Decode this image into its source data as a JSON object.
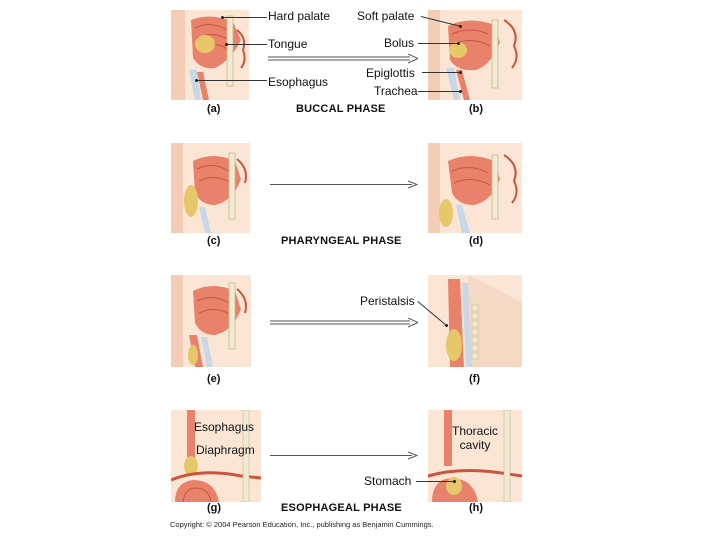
{
  "labels": {
    "hard_palate": "Hard palate",
    "tongue": "Tongue",
    "esophagus_a": "Esophagus",
    "soft_palate": "Soft palate",
    "bolus": "Bolus",
    "epiglottis": "Epiglottis",
    "trachea": "Trachea",
    "peristalsis": "Peristalsis",
    "esophagus_g": "Esophagus",
    "diaphragm": "Diaphragm",
    "thoracic_line1": "Thoracic",
    "thoracic_line2": "cavity",
    "stomach": "Stomach"
  },
  "panel_letters": [
    "(a)",
    "(b)",
    "(c)",
    "(d)",
    "(e)",
    "(f)",
    "(g)",
    "(h)"
  ],
  "phases": {
    "buccal": "BUCCAL PHASE",
    "pharyngeal": "PHARYNGEAL PHASE",
    "esophageal": "ESOPHAGEAL PHASE"
  },
  "copyright": "Copyright: © 2004 Pearson Education, Inc., publishing as Benjamin Cummings.",
  "colors": {
    "skin": "#f6d9c4",
    "muscle": "#e8826a",
    "muscle_dark": "#c9553f",
    "bolus": "#e6c86a",
    "cartilage": "#f3e9a8",
    "airway": "#c9d8e6",
    "bone": "#f1ead2"
  }
}
